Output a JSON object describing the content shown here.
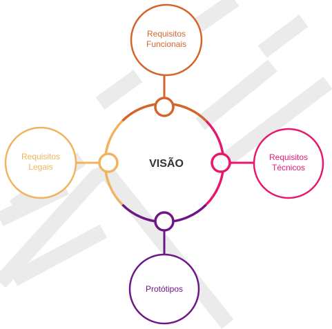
{
  "center": {
    "label": "VISÃO",
    "label_color": "#333333"
  },
  "nodes": {
    "top": {
      "label_line1": "Requisitos",
      "label_line2": "Funcionais",
      "color": "#D2652B"
    },
    "right": {
      "label_line1": "Requisitos",
      "label_line2": "Técnicos",
      "color": "#E6186E"
    },
    "bottom": {
      "label_line1": "Protótipos",
      "color": "#6E1685"
    },
    "left": {
      "label_line1": "Requisitos",
      "label_line2": "Legais",
      "color": "#F2B35E"
    }
  },
  "colors": {
    "watermark": "#ebebeb",
    "background": "#ffffff"
  }
}
